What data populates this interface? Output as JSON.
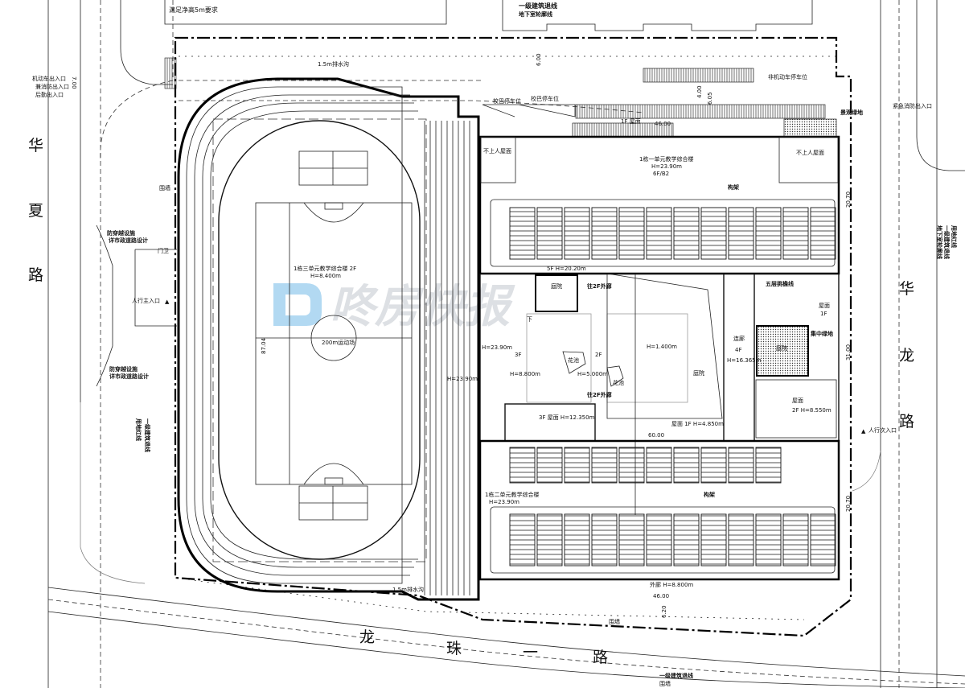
{
  "roads": {
    "west": [
      "华",
      "夏",
      "路"
    ],
    "east": [
      "华",
      "龙",
      "路"
    ],
    "south": [
      "龙",
      "珠",
      "一",
      "路"
    ]
  },
  "north": {
    "note": "满足净高5m要求",
    "setback_1": "一级建筑退线",
    "setback_2": "地下室轮廓线",
    "vehicle_entry": "机动车出入口",
    "fire_entry": "兼消防出入口",
    "service_entry": "后勤出入口",
    "entry_width": "7.00",
    "drain_top": "1.5m排水沟",
    "bus_parking_1": "校巴停车位",
    "bus_parking_2": "校巴停车位",
    "bike_parking": "非机动车停车位",
    "roof_1f": "1F 屋面",
    "dim_46": "46.00",
    "dim_600": "6.00",
    "dim_400": "4.00",
    "dim_605": "6.05",
    "emergency_entry": "紧急消防出入口",
    "green": "景观绿地"
  },
  "north_building": {
    "roof_left": "不上人屋面",
    "roof_right": "不上人屋面",
    "name": "1栋一单元教学综合楼",
    "height": "H=23.90m",
    "floors": "6F/B2",
    "frame": "构架",
    "level5": "5F  H=20.20m",
    "dim_right": "20.70"
  },
  "middle": {
    "courtyard_1": "庭院",
    "to_2f_top": "往2F外廊",
    "to_2f_bottom": "往2F外廊",
    "wing_3f": "3F",
    "wing_3f_h": "H=8.800m",
    "planter_1": "花池",
    "wing_2f": "2F",
    "wing_2f_h": "H=5.000m",
    "planter_2": "花池",
    "stage_h": "H=1.400m",
    "courtyard_2": "庭院",
    "corridor": "连廊",
    "corridor_f": "4F",
    "corridor_h": "H=16.365m",
    "eave": "五层挑檐线",
    "roof_1f": "屋面",
    "roof_1f_f": "1F",
    "green": "集中绿地",
    "green_inner": "庭院",
    "roof_2f": "屋面",
    "roof_2f_h": "2F   H=8.550m",
    "roof_3f": "3F  屋面     H=12.350m",
    "roof_1f_b": "屋面 1F      H=4.850m",
    "dim_60": "60.00",
    "dim_31": "31.00",
    "west_h": "H=23.90m",
    "down": "下"
  },
  "field": {
    "building": "1栋三单元教学综合楼 2F",
    "building_h": "H=8.400m",
    "track": "200m运动场",
    "dim": "87.04",
    "track_h": "H=23.90m",
    "drain_bottom": "1.5m排水沟"
  },
  "south_building": {
    "name": "1栋二单元教学综合楼",
    "height": "H=23.90m",
    "frame": "构架",
    "corridor": "外廊  H=8.800m",
    "dim_46": "46.00",
    "dim_620": "6.20",
    "dim_right": "20.70",
    "wall": "围墙"
  },
  "west": {
    "anti_cross_1a": "防穿越设施",
    "anti_cross_1b": "详市政道路设计",
    "anti_cross_2a": "防穿越设施",
    "anti_cross_2b": "详市政道路设计",
    "guard": "门卫",
    "main_entry": "人行主入口",
    "wall": "围墙",
    "redline": "用地红线",
    "setback": "一级建筑退线"
  },
  "east": {
    "side_entry": "人行次入口",
    "lines": [
      "地下室轮廓线",
      "一级建筑退线",
      "用地红线"
    ]
  },
  "south": {
    "setback": "一级建筑退线",
    "wall": "围墙"
  },
  "watermark": "咚房快报"
}
